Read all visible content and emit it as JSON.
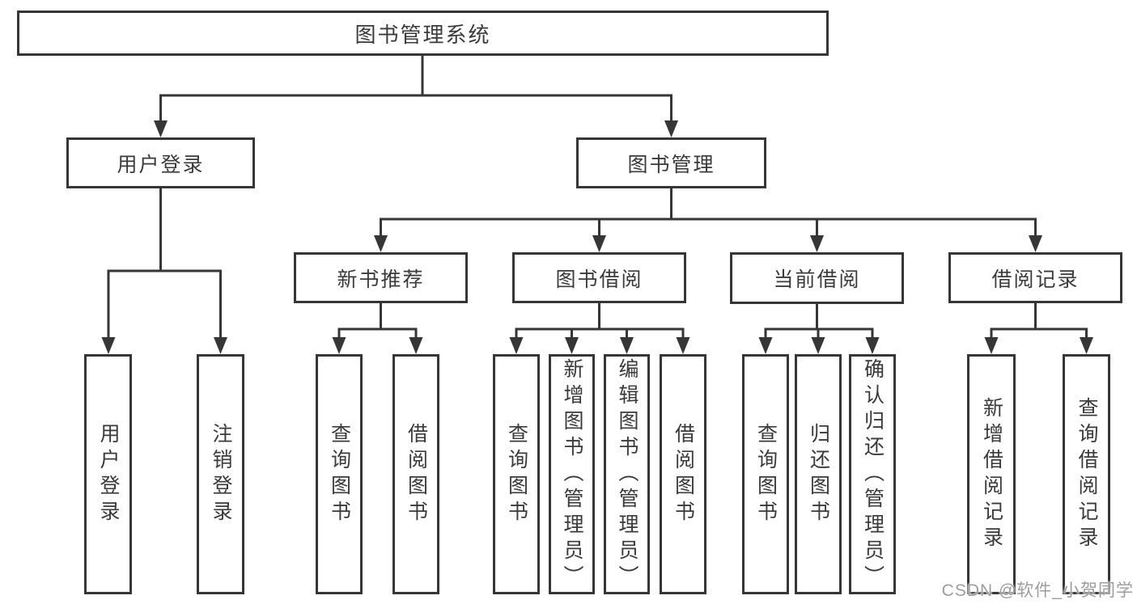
{
  "tree": {
    "label": "图书管理系统",
    "children": [
      {
        "label": "用户登录",
        "children": [
          {
            "label": "用户登录"
          },
          {
            "label": "注销登录"
          }
        ]
      },
      {
        "label": "图书管理",
        "children": [
          {
            "label": "新书推荐",
            "children": [
              {
                "label": "查询图书"
              },
              {
                "label": "借阅图书"
              }
            ]
          },
          {
            "label": "图书借阅",
            "children": [
              {
                "label": "查询图书"
              },
              {
                "label": "新增图书（管理员）"
              },
              {
                "label": "编辑图书（管理员）"
              },
              {
                "label": "借阅图书"
              }
            ]
          },
          {
            "label": "当前借阅",
            "children": [
              {
                "label": "查询图书"
              },
              {
                "label": "归还图书"
              },
              {
                "label": "确认归还（管理员）"
              }
            ]
          },
          {
            "label": "借阅记录",
            "children": [
              {
                "label": "新增借阅记录"
              },
              {
                "label": "查询借阅记录"
              }
            ]
          }
        ]
      }
    ]
  },
  "watermark": "CSDN @软件_小贺同学",
  "colors": {
    "line": "#363636",
    "box_border": "#363636",
    "box_fill": "#ffffff",
    "text": "#3a3a3a",
    "watermark_text": "#9d9d9d",
    "background": "#ffffff"
  }
}
